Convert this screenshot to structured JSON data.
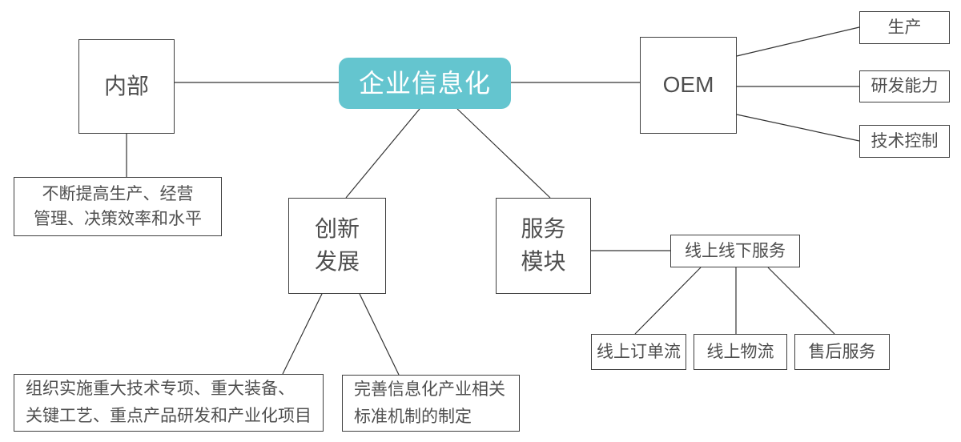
{
  "diagram": {
    "title_node": {
      "label": "企业信息化",
      "bg_color": "#64c5cf",
      "text_color": "#ffffff"
    },
    "colors": {
      "border": "#3f3f3f",
      "line": "#333333",
      "text": "#4f4f4f",
      "background": "#ffffff"
    },
    "nodes": {
      "internal": {
        "lines": [
          "内部"
        ]
      },
      "internal_detail": {
        "lines": [
          "不断提高生产、经营",
          "管理、决策效率和水平"
        ]
      },
      "oem": {
        "lines": [
          "OEM"
        ]
      },
      "production": {
        "lines": [
          "生产"
        ]
      },
      "rd_capability": {
        "lines": [
          "研发能力"
        ]
      },
      "tech_control": {
        "lines": [
          "技术控制"
        ]
      },
      "innovation": {
        "lines": [
          "创新",
          "发展"
        ]
      },
      "service_module": {
        "lines": [
          "服务",
          "模块"
        ]
      },
      "online_offline_service": {
        "lines": [
          "线上线下服务"
        ]
      },
      "online_order_flow": {
        "lines": [
          "线上订单流"
        ]
      },
      "online_logistics": {
        "lines": [
          "线上物流"
        ]
      },
      "after_sales_service": {
        "lines": [
          "售后服务"
        ]
      },
      "major_projects": {
        "lines": [
          "组织实施重大技术专项、重大装备、",
          "关键工艺、重点产品研发和产业化项目"
        ]
      },
      "standards": {
        "lines": [
          "完善信息化产业相关",
          "标准机制的制定"
        ]
      }
    }
  }
}
